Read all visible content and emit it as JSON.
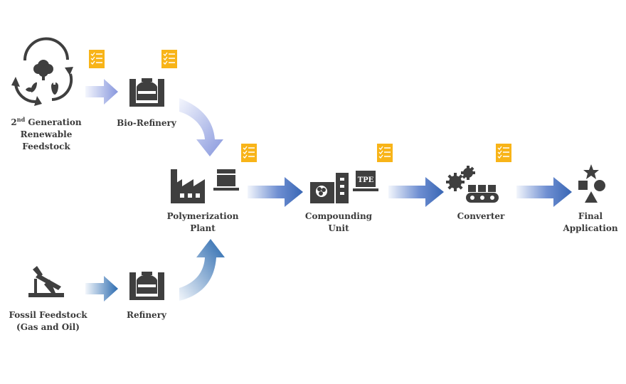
{
  "colors": {
    "icon": "#3f3f3f",
    "checklist": "#f8b418",
    "arrow_bio_light": "#f0f3fc",
    "arrow_bio_dark": "#8a9bdf",
    "arrow_fossil_light": "#f2f6fb",
    "arrow_fossil_dark": "#2768ae"
  },
  "nodes": {
    "renewable": {
      "sup": "nd",
      "line1_rest": " Generation",
      "line1_num": "2",
      "line2": "Renewable",
      "line3": "Feedstock",
      "icon": "recycle-tree-icon"
    },
    "biorefinery": {
      "label": "Bio-Refinery",
      "icon": "refinery-tank-icon"
    },
    "polymerization": {
      "line1": "Polymerization",
      "line2": "Plant",
      "icon": "factory-icon"
    },
    "compounding": {
      "line1": "Compounding",
      "line2": "Unit",
      "icon": "compounding-machine-icon",
      "badge": "TPE"
    },
    "converter": {
      "label": "Converter",
      "icon": "gears-conveyor-icon"
    },
    "final": {
      "line1": "Final",
      "line2": "Application",
      "icon": "shapes-icon"
    },
    "fossil": {
      "line1": "Fossil Feedstock",
      "line2": "(Gas and Oil)",
      "icon": "oil-pump-icon"
    },
    "refinery": {
      "label": "Refinery",
      "icon": "refinery-tank-icon"
    }
  }
}
